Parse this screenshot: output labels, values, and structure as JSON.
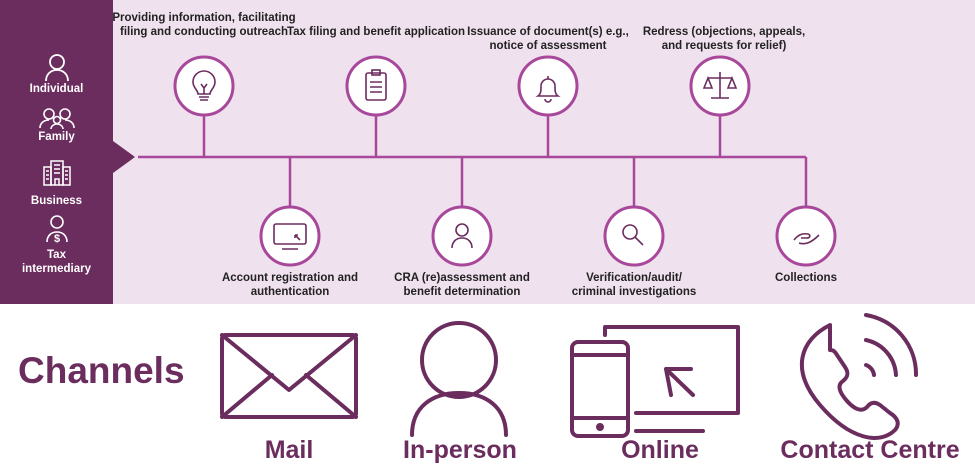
{
  "clients": [
    {
      "label": "Individual",
      "icon": "person-icon"
    },
    {
      "label": "Family",
      "icon": "family-icon"
    },
    {
      "label": "Business",
      "icon": "building-icon"
    },
    {
      "label": "Tax intermediary",
      "icon": "person-dollar-icon"
    }
  ],
  "stages_top": [
    {
      "label": "Providing information, facilitating filing and conducting outreach",
      "icon": "lightbulb-icon"
    },
    {
      "label": "Tax filing and benefit application",
      "icon": "clipboard-icon"
    },
    {
      "label": "Issuance of document(s) e.g., notice of assessment",
      "icon": "bell-icon"
    },
    {
      "label": "Redress (objections, appeals, and requests for relief)",
      "icon": "scales-icon"
    }
  ],
  "stages_bottom": [
    {
      "label": "Account registration and authentication",
      "icon": "monitor-cursor-icon"
    },
    {
      "label": "CRA (re)assessment and benefit determination",
      "icon": "person-icon"
    },
    {
      "label": "Verification/audit/ criminal investigations",
      "icon": "magnifier-icon"
    },
    {
      "label": "Collections",
      "icon": "hand-icon"
    }
  ],
  "channels": {
    "title": "Channels",
    "items": [
      {
        "label": "Mail",
        "icon": "envelope-icon"
      },
      {
        "label": "In-person",
        "icon": "person-icon"
      },
      {
        "label": "Online",
        "icon": "devices-icon"
      },
      {
        "label": "Contact Centre",
        "icon": "phone-icon"
      }
    ]
  },
  "colors": {
    "dark": "#6b2c5e",
    "accent": "#a8489a",
    "bg": "#f0e1ef"
  }
}
